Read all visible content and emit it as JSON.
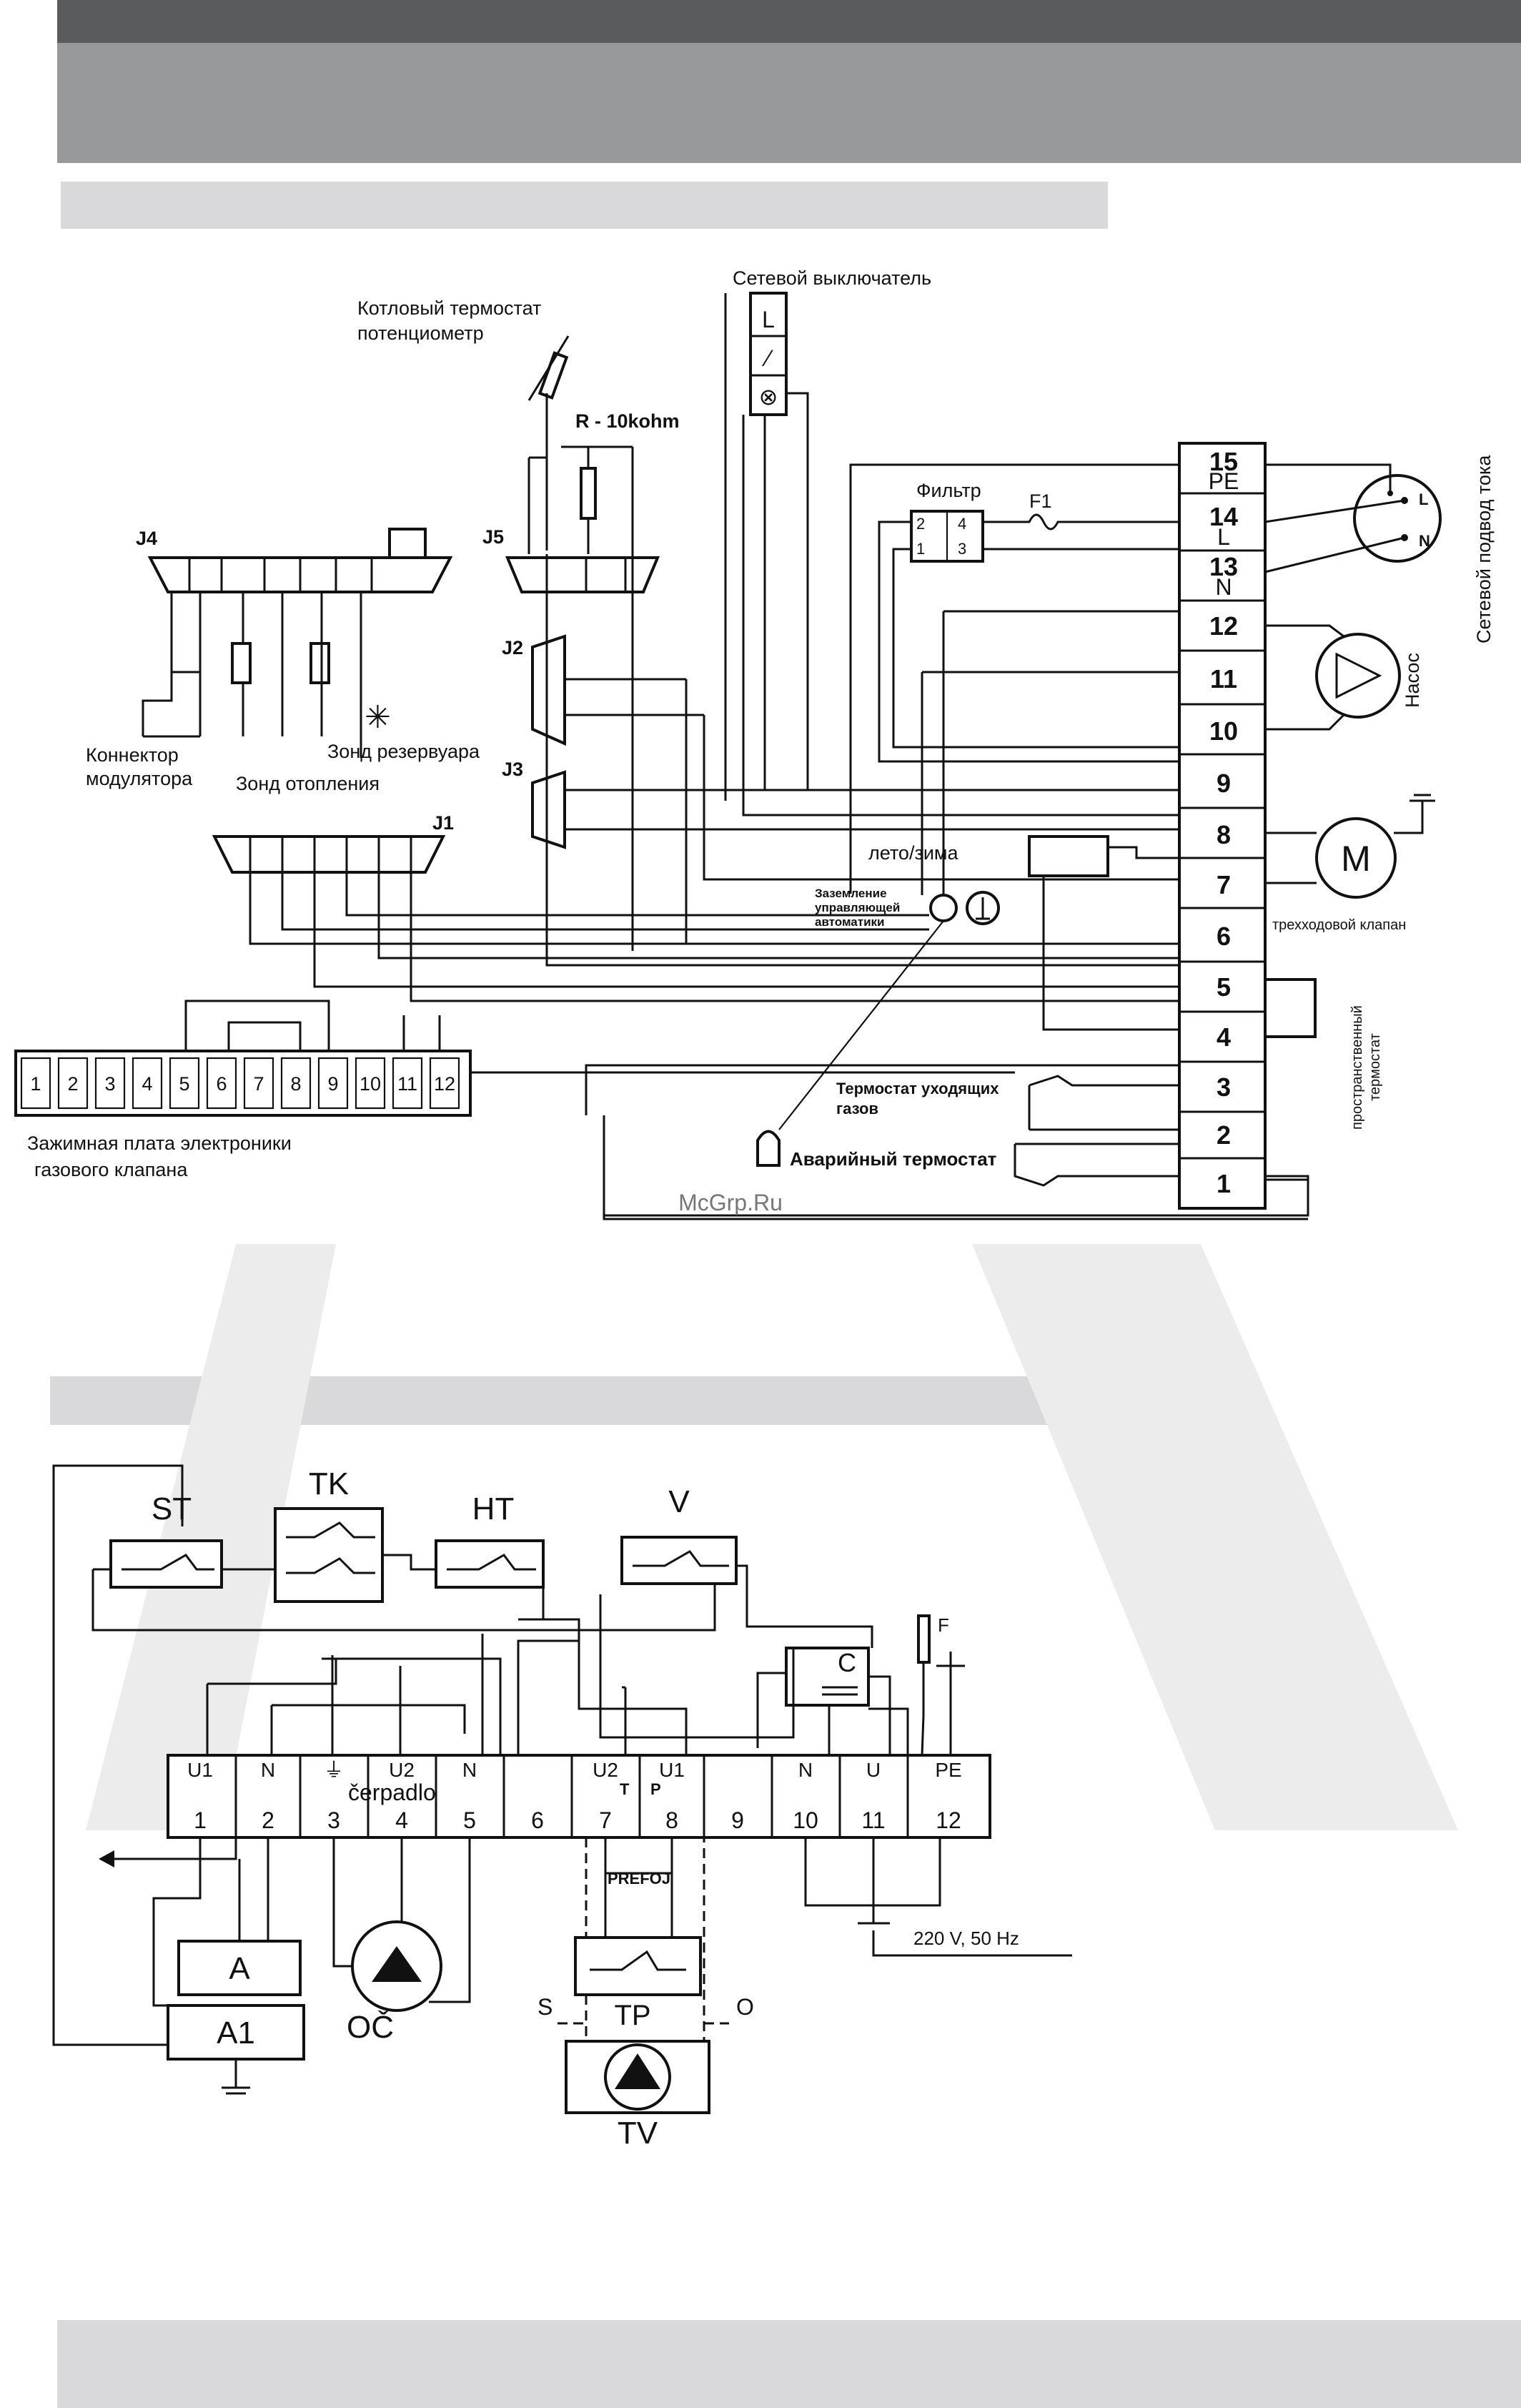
{
  "colors": {
    "header_dark": "#5a5b5d",
    "header_mid": "#98999b",
    "bar_light": "#d9d9db",
    "watermark": "#ebebeb",
    "ink": "#111111"
  },
  "watermark_text": "McGrp.Ru",
  "diagram1": {
    "network_switch": "Сетевой выключатель",
    "boiler_thermostat_line1": "Котловый термостат",
    "boiler_thermostat_line2": "потенциометр",
    "resistor": "R - 10kohm",
    "filter": "Фильтр",
    "fuse": "F1",
    "mains_supply": "Сетевой подвод тока",
    "pump": "Насос",
    "three_way_valve": "трехходовой клапан",
    "room_thermostat_line1": "пространственный",
    "room_thermostat_line2": "термостат",
    "summer_winter": "лето/зима",
    "grounding_line1": "Заземление",
    "grounding_line2": "управляющей",
    "grounding_line3": "автоматики",
    "flue_thermostat_line1": "Термостат уходящих",
    "flue_thermostat_line2": "газов",
    "emergency_thermostat": "Аварийный термостат",
    "modulator_connector_line1": "Коннектор",
    "modulator_connector_line2": "модулятора",
    "heating_probe": "Зонд отопления",
    "tank_probe": "Зонд резервуара",
    "terminal_board_line1": "Зажимная плата электроники",
    "terminal_board_line2": "газового клапана",
    "connectors": [
      "J4",
      "J5",
      "J2",
      "J3",
      "J1"
    ],
    "motor": "M",
    "switch_terminals": [
      "L",
      "⁄",
      "⊗"
    ],
    "right_terminals": [
      "15",
      "PE",
      "14",
      "L",
      "13",
      "N",
      "12",
      "11",
      "10",
      "9",
      "8",
      "7",
      "6",
      "5",
      "4",
      "3",
      "2",
      "1"
    ],
    "gas_valve_terminals": [
      "1",
      "2",
      "3",
      "4",
      "5",
      "6",
      "7",
      "8",
      "9",
      "10",
      "11",
      "12"
    ]
  },
  "diagram2": {
    "st": "ST",
    "tk": "TK",
    "ht": "HT",
    "v": "V",
    "c": "C",
    "f": "F",
    "cerpadlo": "čerpadlo",
    "prefoj": "PREFOJ",
    "supply": "220 V, 50 Hz",
    "a": "A",
    "a1": "A1",
    "oc": "OČ",
    "tp": "TP",
    "tv": "TV",
    "s": "S",
    "o": "O",
    "terminal_labels": [
      "U1",
      "N",
      "⏚",
      "U2",
      "N",
      "",
      "U2",
      "U1",
      "",
      "N",
      "U",
      "PE"
    ],
    "terminal_numbers": [
      "1",
      "2",
      "3",
      "4",
      "5",
      "6",
      "7",
      "8",
      "9",
      "10",
      "11",
      "12"
    ],
    "sub_t": "T",
    "sub_p": "P"
  }
}
